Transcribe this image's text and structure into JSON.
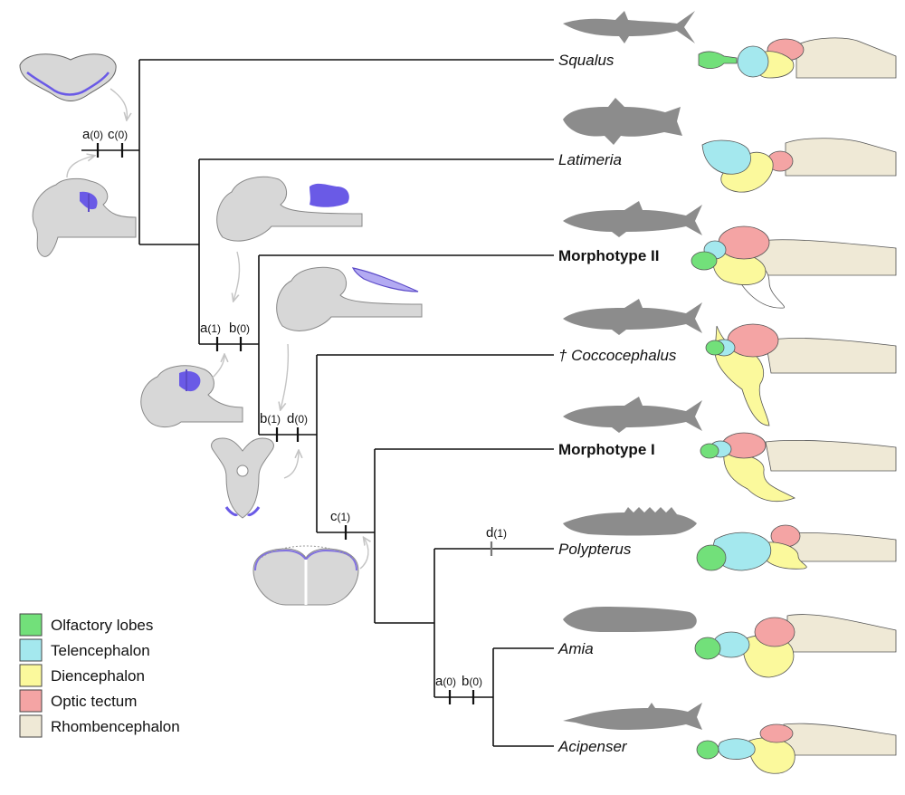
{
  "taxa": [
    {
      "name": "Squalus",
      "style": "italic"
    },
    {
      "name": "Latimeria",
      "style": "italic"
    },
    {
      "name": "Morphotype II",
      "style": "bold"
    },
    {
      "name": "† Coccocephalus",
      "style": "italic"
    },
    {
      "name": "Morphotype I",
      "style": "bold"
    },
    {
      "name": "Polypterus",
      "style": "italic"
    },
    {
      "name": "Amia",
      "style": "italic"
    },
    {
      "name": "Acipenser",
      "style": "italic"
    }
  ],
  "characters": [
    {
      "letter": "a",
      "state": "(0)"
    },
    {
      "letter": "c",
      "state": "(0)"
    },
    {
      "letter": "a",
      "state": "(1)"
    },
    {
      "letter": "b",
      "state": "(0)"
    },
    {
      "letter": "b",
      "state": "(1)"
    },
    {
      "letter": "d",
      "state": "(0)"
    },
    {
      "letter": "c",
      "state": "(1)"
    },
    {
      "letter": "d",
      "state": "(1)"
    },
    {
      "letter": "a",
      "state": "(0)"
    },
    {
      "letter": "b",
      "state": "(0)"
    }
  ],
  "legend": [
    {
      "label": "Olfactory lobes",
      "color": "#72e07a"
    },
    {
      "label": "Telencephalon",
      "color": "#a4e8ee"
    },
    {
      "label": "Diencephalon",
      "color": "#fbf99c"
    },
    {
      "label": "Optic tectum",
      "color": "#f4a4a4"
    },
    {
      "label": "Rhombencephalon",
      "color": "#efe9d6"
    }
  ],
  "colors": {
    "silhouette": "#8c8c8c",
    "schematic": "#d7d7d7",
    "highlight": "#6a5ae6",
    "branch": "#111111"
  }
}
